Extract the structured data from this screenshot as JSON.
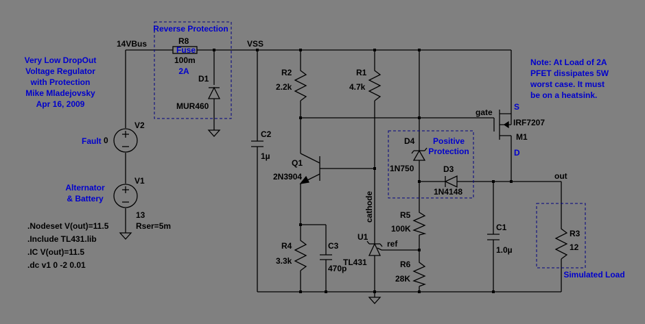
{
  "title_block": {
    "line1": "Very Low DropOut",
    "line2": "Voltage Regulator",
    "line3": "with Protection",
    "line4": "Mike Mladejovsky",
    "line5": "Apr 16, 2009"
  },
  "note": {
    "line1": "Note: At Load of 2A",
    "line2": "PFET dissipates 5W",
    "line3": "worst case. It must",
    "line4": "be on a heatsink."
  },
  "directives": {
    "line1": ".Nodeset V(out)=11.5",
    "line2": ".Include TL431.lib",
    "line3": ".IC  V(out)=11.5",
    "line4": ".dc v1 0 -2 0.01"
  },
  "nets": {
    "bus": "14VBus",
    "vss": "VSS",
    "out": "out",
    "gate": "gate",
    "cathode": "cathode",
    "ref": "ref",
    "source": "S",
    "drain": "D"
  },
  "boxes": {
    "reverse": "Reverse Protection",
    "positive_l1": "Positive",
    "positive_l2": "Protection",
    "load": "Simulated Load"
  },
  "comments": {
    "fault": "Fault",
    "alt1": "Alternator",
    "alt2": "& Battery",
    "r8_current": "2A"
  },
  "parts": {
    "r8": {
      "ref": "R8",
      "type": "Fuse",
      "value": "100m"
    },
    "d1": {
      "ref": "D1",
      "value": "MUR460"
    },
    "v2": {
      "ref": "V2",
      "value": "0"
    },
    "v1": {
      "ref": "V1",
      "value": "13",
      "extra": "Rser=5m"
    },
    "r2": {
      "ref": "R2",
      "value": "2.2k"
    },
    "r1": {
      "ref": "R1",
      "value": "4.7k"
    },
    "c2": {
      "ref": "C2",
      "value": "1µ"
    },
    "q1": {
      "ref": "Q1",
      "value": "2N3904"
    },
    "r4": {
      "ref": "R4",
      "value": "3.3k"
    },
    "c3": {
      "ref": "C3",
      "value": "470p"
    },
    "u1": {
      "ref": "U1",
      "value": "TL431"
    },
    "d4": {
      "ref": "D4",
      "value": "1N750"
    },
    "d3": {
      "ref": "D3",
      "value": "1N4148"
    },
    "r5": {
      "ref": "R5",
      "value": "100K"
    },
    "r6": {
      "ref": "R6",
      "value": "28K"
    },
    "c1": {
      "ref": "C1",
      "value": "1.0µ"
    },
    "m1": {
      "ref": "M1",
      "value": "IRF7207"
    },
    "r3": {
      "ref": "R3",
      "value": "12"
    }
  },
  "colors": {
    "background": "#808080",
    "wire": "#000000",
    "label_blue": "#0000cc",
    "box_dash": "#000080"
  }
}
